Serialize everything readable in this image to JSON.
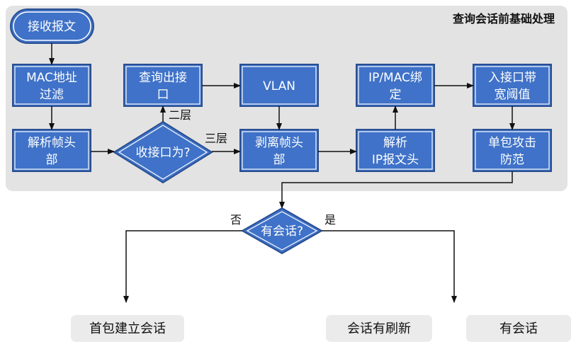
{
  "panel": {
    "title": "查询会话前基础处理"
  },
  "nodes": {
    "start": "接收报文",
    "mac_filter": [
      "MAC地址",
      "过滤"
    ],
    "parse_header": [
      "解析帧头",
      "部"
    ],
    "recv_if": "收接口为?",
    "query_out": [
      "查询出接",
      "口"
    ],
    "vlan": "VLAN",
    "strip_header": [
      "剥离帧头",
      "部"
    ],
    "ip_mac_bind": [
      "IP/MAC绑",
      "定"
    ],
    "parse_ip": [
      "解析",
      "IP报文头"
    ],
    "in_bw": [
      "入接口带",
      "宽阈值"
    ],
    "single_attack": [
      "单包攻击",
      "防范"
    ],
    "has_session_q": "有会话?"
  },
  "edge_labels": {
    "layer2": "二层",
    "layer3": "三层",
    "no": "否",
    "yes": "是"
  },
  "results": {
    "first_packet": "首包建立会话",
    "session_refresh": "会话有刷新",
    "has_session": "有会话"
  },
  "colors": {
    "panel": "#e3e3e3",
    "box": "#3f72c8",
    "box_border": "#2a4f91",
    "box_inner": "#ffffff",
    "result_bg": "#ebebeb",
    "line": "#111111"
  }
}
